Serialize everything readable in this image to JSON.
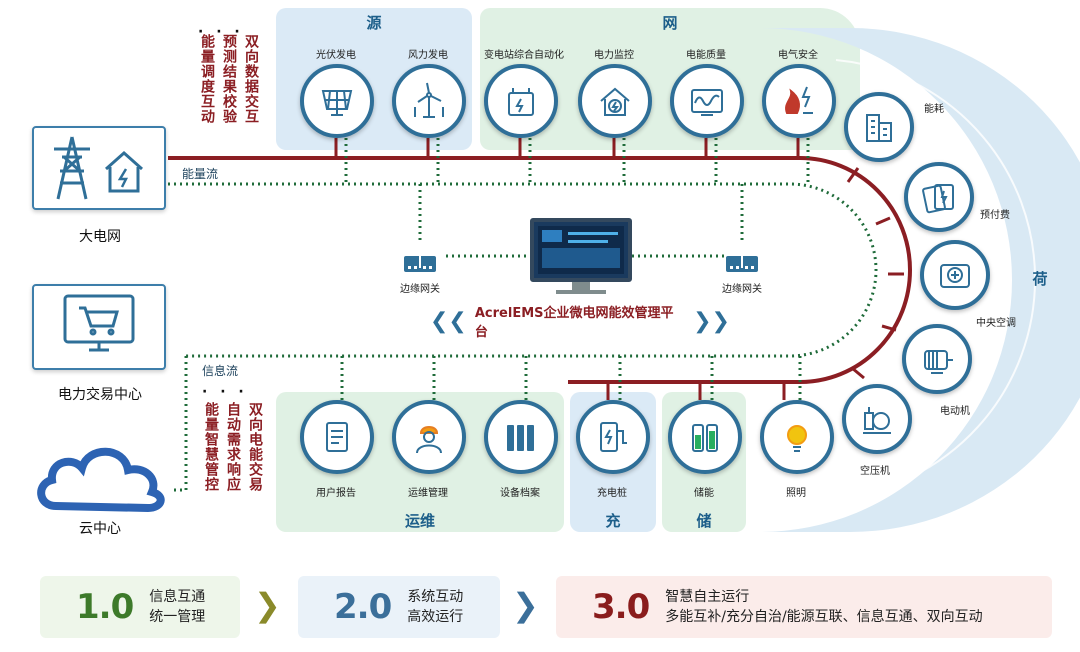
{
  "groups": {
    "source": "源",
    "grid": "网",
    "load": "荷",
    "ops": "运维",
    "charge": "充",
    "storage": "储"
  },
  "top_items": [
    {
      "label": "光伏发电",
      "icon": "solar-panel-icon"
    },
    {
      "label": "风力发电",
      "icon": "wind-turbine-icon"
    },
    {
      "label": "变电站综合自动化",
      "icon": "substation-icon"
    },
    {
      "label": "电力监控",
      "icon": "power-monitor-icon"
    },
    {
      "label": "电能质量",
      "icon": "power-quality-icon"
    },
    {
      "label": "电气安全",
      "icon": "electrical-safety-icon"
    }
  ],
  "bottom_items": [
    {
      "label": "用户报告",
      "icon": "report-icon"
    },
    {
      "label": "运维管理",
      "icon": "engineer-icon"
    },
    {
      "label": "设备档案",
      "icon": "archive-icon"
    },
    {
      "label": "充电桩",
      "icon": "charging-pile-icon"
    },
    {
      "label": "储能",
      "icon": "battery-icon"
    },
    {
      "label": "照明",
      "icon": "light-bulb-icon"
    }
  ],
  "load_items": [
    {
      "label": "能耗",
      "icon": "building-icon"
    },
    {
      "label": "预付费",
      "icon": "prepaid-card-icon"
    },
    {
      "label": "中央空调",
      "icon": "air-conditioner-icon"
    },
    {
      "label": "电动机",
      "icon": "motor-icon"
    },
    {
      "label": "空压机",
      "icon": "air-compressor-icon"
    }
  ],
  "left": {
    "grid": "大电网",
    "trade": "电力交易中心",
    "cloud": "云中心",
    "energy_flow": "能量流",
    "info_flow": "信息流",
    "top_notes": [
      "双向数据交互",
      "预测结果校验",
      "能量调度互动"
    ],
    "top_dots": "· · ·",
    "bottom_notes": [
      "双向电能交易",
      "自动需求响应",
      "能量智慧管控"
    ],
    "bottom_dots": "· · ·"
  },
  "center": {
    "gateway_left": "边缘网关",
    "gateway_right": "边缘网关",
    "platform": "AcrelEMS企业微电网能效管理平台"
  },
  "steps": [
    {
      "num": "1.0",
      "line1": "信息互通",
      "line2": "统一管理"
    },
    {
      "num": "2.0",
      "line1": "系统互动",
      "line2": "高效运行"
    },
    {
      "num": "3.0",
      "line1": "智慧自主运行",
      "line2": "多能互补/充分自治/能源互联、信息互通、双向互动"
    }
  ],
  "colors": {
    "power_line": "#8b1e23",
    "info_line": "#1f6b3a",
    "circle_border": "#2f6f98",
    "source_bg": "#dcecf7",
    "grid_bg": "#e2f2e6",
    "step1": "#3d7a2a",
    "step2": "#3b6f9a",
    "step3": "#8a1c1c"
  }
}
